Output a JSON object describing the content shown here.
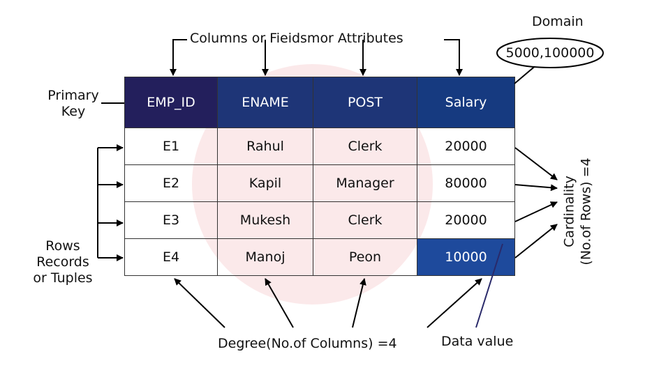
{
  "title": "Columns or Fieidsmor Attributes",
  "domain": {
    "label": "Domain",
    "value": "5000,100000"
  },
  "primary_key_label": [
    "Primary",
    "Key"
  ],
  "rows_label": [
    "Rows",
    "Records",
    "or Tuples"
  ],
  "cardinality_label": [
    "Cardinality",
    "(No.of Rows) =4"
  ],
  "degree_label": "Degree(No.of Columns) =4",
  "data_value_label": "Data value",
  "table": {
    "headers": [
      "EMP_ID",
      "ENAME",
      "POST",
      "Salary"
    ],
    "rows": [
      [
        "E1",
        "Rahul",
        "Clerk",
        "20000"
      ],
      [
        "E2",
        "Kapil",
        "Manager",
        "80000"
      ],
      [
        "E3",
        "Mukesh",
        "Clerk",
        "20000"
      ],
      [
        "E4",
        "Manoj",
        "Peon",
        "10000"
      ]
    ]
  },
  "colors": {
    "header_pk": "#231F5C",
    "header": "#1E3577",
    "header_salary": "#163A80",
    "highlight": "#1E4A9C",
    "watermark": "#fbe9ea"
  }
}
